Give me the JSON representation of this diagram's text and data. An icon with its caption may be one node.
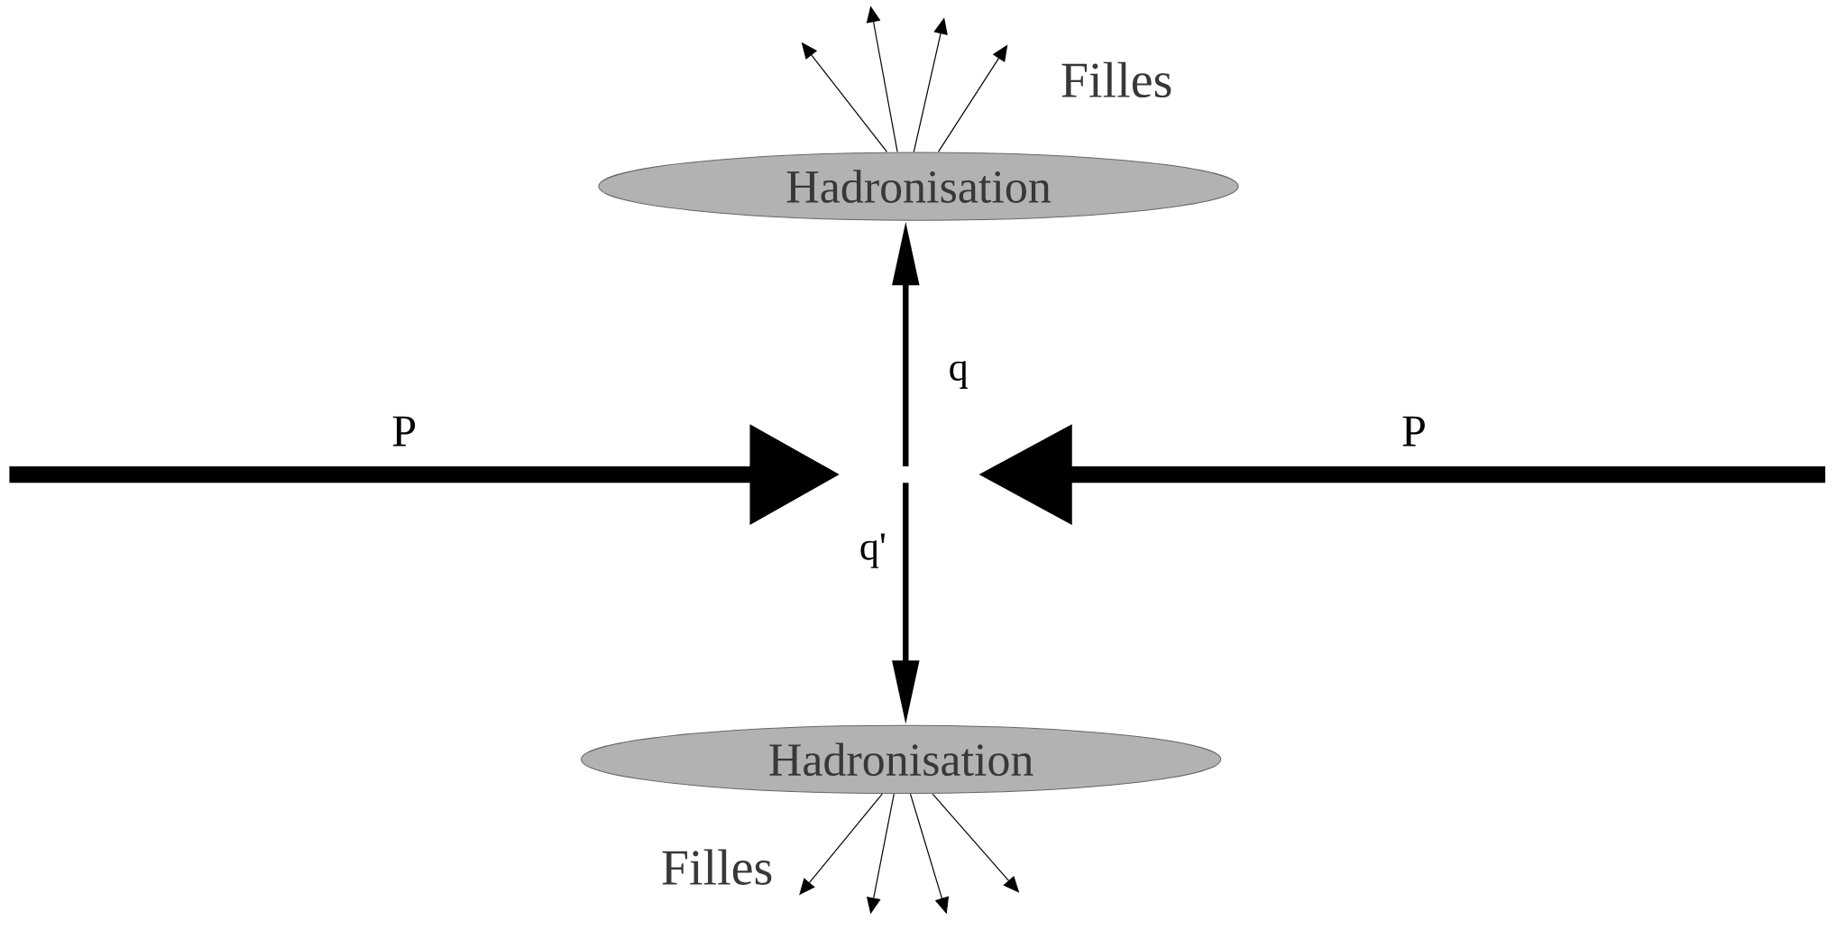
{
  "diagram": {
    "nodes": [
      {
        "text": [
          "Hadronisation"
        ]
      },
      {
        "text": [
          "Hadronisation"
        ]
      }
    ],
    "edges": [
      {
        "from": null,
        "to": 0,
        "arrow": "to",
        "label": "q",
        "style": "thick"
      },
      {
        "from": null,
        "to": 1,
        "arrow": "to",
        "label": "q'",
        "style": "thick"
      },
      {
        "from": 0,
        "to": null,
        "arrow": "to"
      },
      {
        "from": 0,
        "to": null,
        "arrow": "to"
      },
      {
        "from": 0,
        "to": null,
        "arrow": "to"
      },
      {
        "from": 0,
        "to": null,
        "arrow": "to"
      },
      {
        "from": 1,
        "to": null,
        "arrow": "to"
      },
      {
        "from": 1,
        "to": null,
        "arrow": "to"
      },
      {
        "from": 1,
        "to": null,
        "arrow": "to"
      },
      {
        "from": 1,
        "to": null,
        "arrow": "to"
      }
    ],
    "labels": [
      "Filles",
      "P",
      "P",
      "Filles"
    ]
  }
}
